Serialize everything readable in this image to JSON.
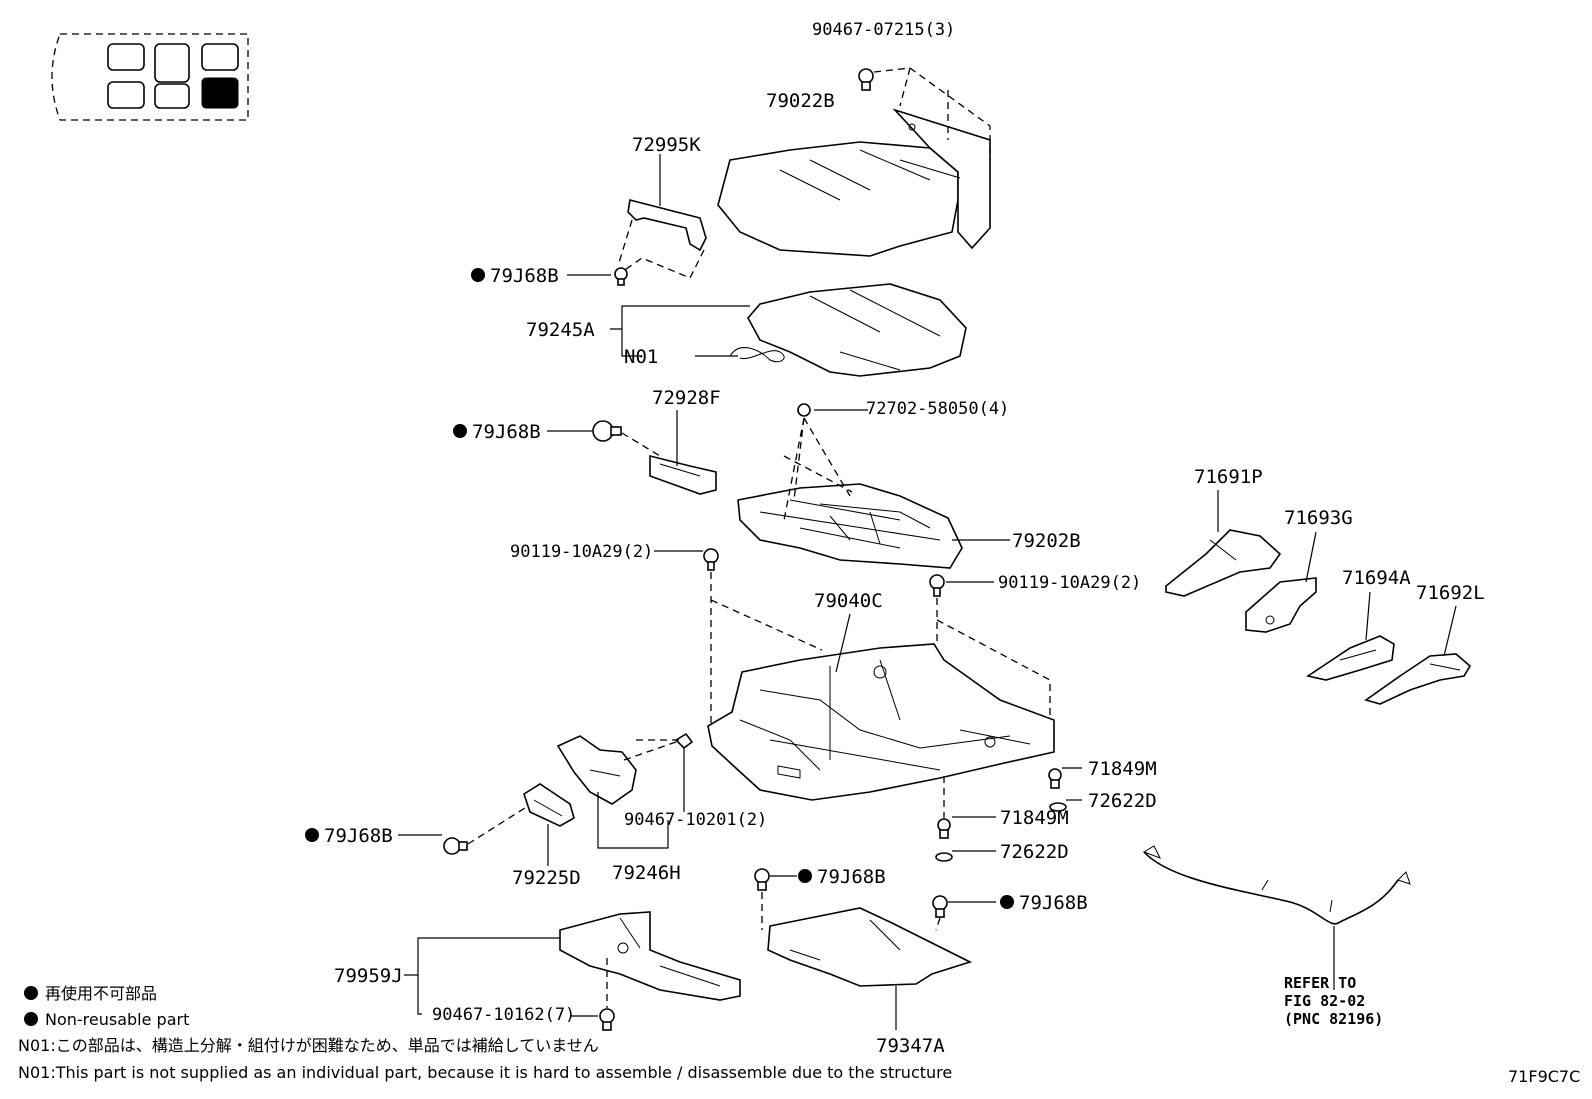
{
  "diagram_id": "71F9C7C",
  "legend": {
    "jp_nonreusable": "再使用不可部品",
    "en_nonreusable": "Non-reusable part",
    "n01_jp": "N01:この部品は、構造上分解・組付けが困難なため、単品では補給していません",
    "n01_en": "N01:This part is not supplied as an individual part, because it is hard to assemble / disassemble due to the structure"
  },
  "reference": {
    "line1": "REFER TO",
    "line2": "FIG 82-02",
    "line3": "(PNC 82196)"
  },
  "labels": {
    "p90467_07215": "90467-07215(3)",
    "p79022B": "79022B",
    "p72995K": "72995K",
    "p79J68B_a": "79J68B",
    "p79245A": "79245A",
    "pN01": "N01",
    "p72928F": "72928F",
    "p72702": "72702-58050(4)",
    "p79J68B_b": "79J68B",
    "p79202B": "79202B",
    "p90119_left": "90119-10A29(2)",
    "p90119_right": "90119-10A29(2)",
    "p79040C": "79040C",
    "p71691P": "71691P",
    "p71693G": "71693G",
    "p71694A": "71694A",
    "p71692L": "71692L",
    "p71849M_a": "71849M",
    "p72622D_a": "72622D",
    "p71849M_b": "71849M",
    "p72622D_b": "72622D",
    "p90467_10201": "90467-10201(2)",
    "p79J68B_c": "79J68B",
    "p79225D": "79225D",
    "p79246H": "79246H",
    "p79J68B_d": "79J68B",
    "p79J68B_e": "79J68B",
    "p79959J": "79959J",
    "p90467_10162": "90467-10162(7)",
    "p79347A": "79347A"
  }
}
